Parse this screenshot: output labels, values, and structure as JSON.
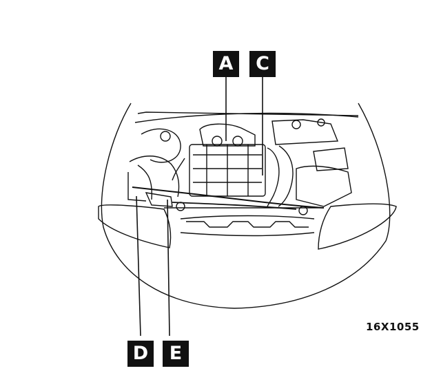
{
  "callouts": {
    "a": "A",
    "c": "C",
    "d": "D",
    "e": "E"
  },
  "figure_id": "16X1055",
  "colors": {
    "line": "#111111",
    "background": "#ffffff"
  }
}
